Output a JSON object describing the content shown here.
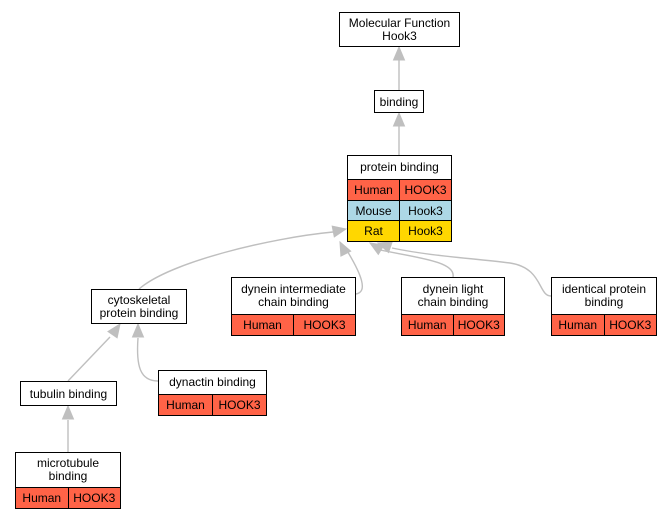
{
  "colors": {
    "edge": "#bfbfbf",
    "node_border": "#000000",
    "node_fill": "#ffffff",
    "human": "#ff6347",
    "mouse": "#add8e6",
    "rat": "#ffd700"
  },
  "nodes": {
    "molecular_function": {
      "title_lines": [
        "Molecular Function",
        "Hook3"
      ]
    },
    "binding": {
      "title_lines": [
        "binding"
      ]
    },
    "protein_binding": {
      "title_lines": [
        "protein binding"
      ],
      "rows": [
        {
          "species": "Human",
          "gene": "HOOK3",
          "color": "#ff6347"
        },
        {
          "species": "Mouse",
          "gene": "Hook3",
          "color": "#add8e6"
        },
        {
          "species": "Rat",
          "gene": "Hook3",
          "color": "#ffd700"
        }
      ]
    },
    "cytoskeletal_protein_binding": {
      "title_lines": [
        "cytoskeletal",
        "protein binding"
      ]
    },
    "dynein_intermediate_chain_binding": {
      "title_lines": [
        "dynein intermediate",
        "chain binding"
      ],
      "rows": [
        {
          "species": "Human",
          "gene": "HOOK3",
          "color": "#ff6347"
        }
      ]
    },
    "dynein_light_chain_binding": {
      "title_lines": [
        "dynein light",
        "chain binding"
      ],
      "rows": [
        {
          "species": "Human",
          "gene": "HOOK3",
          "color": "#ff6347"
        }
      ]
    },
    "identical_protein_binding": {
      "title_lines": [
        "identical protein",
        "binding"
      ],
      "rows": [
        {
          "species": "Human",
          "gene": "HOOK3",
          "color": "#ff6347"
        }
      ]
    },
    "tubulin_binding": {
      "title_lines": [
        "tubulin binding"
      ]
    },
    "dynactin_binding": {
      "title_lines": [
        "dynactin binding"
      ],
      "rows": [
        {
          "species": "Human",
          "gene": "HOOK3",
          "color": "#ff6347"
        }
      ]
    },
    "microtubule_binding": {
      "title_lines": [
        "microtubule",
        "binding"
      ],
      "rows": [
        {
          "species": "Human",
          "gene": "HOOK3",
          "color": "#ff6347"
        }
      ]
    }
  },
  "edges": [
    {
      "from": "binding",
      "to": "molecular_function"
    },
    {
      "from": "protein_binding",
      "to": "binding"
    },
    {
      "from": "cytoskeletal_protein_binding",
      "to": "protein_binding"
    },
    {
      "from": "dynein_intermediate_chain_binding",
      "to": "protein_binding"
    },
    {
      "from": "dynein_light_chain_binding",
      "to": "protein_binding"
    },
    {
      "from": "identical_protein_binding",
      "to": "protein_binding"
    },
    {
      "from": "tubulin_binding",
      "to": "cytoskeletal_protein_binding"
    },
    {
      "from": "dynactin_binding",
      "to": "cytoskeletal_protein_binding"
    },
    {
      "from": "microtubule_binding",
      "to": "tubulin_binding"
    }
  ]
}
